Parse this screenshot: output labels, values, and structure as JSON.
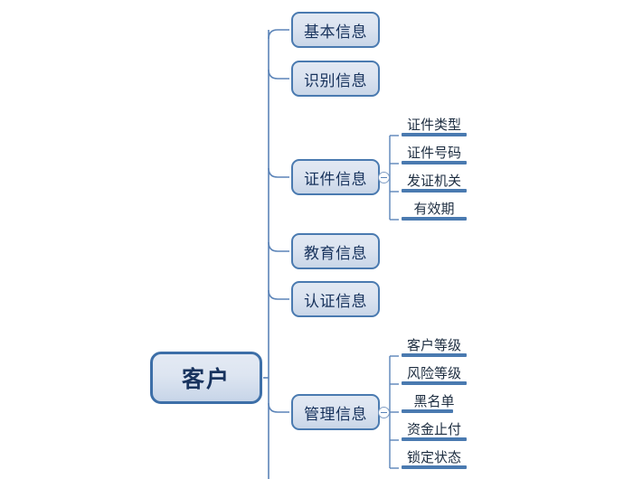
{
  "diagram": {
    "type": "mindmap",
    "root": {
      "label": "客户"
    },
    "branches": [
      {
        "label": "基本信息",
        "collapsible": false,
        "children": []
      },
      {
        "label": "识别信息",
        "collapsible": false,
        "children": []
      },
      {
        "label": "证件信息",
        "collapsible": true,
        "marker": "collapse-icon",
        "children": [
          "证件类型",
          "证件号码",
          "发证机关",
          "有效期"
        ]
      },
      {
        "label": "教育信息",
        "collapsible": false,
        "children": []
      },
      {
        "label": "认证信息",
        "collapsible": false,
        "children": []
      },
      {
        "label": "管理信息",
        "collapsible": true,
        "marker": "collapse-icon",
        "children": [
          "客户等级",
          "风险等级",
          "黑名单",
          "资金止付",
          "锁定状态"
        ]
      }
    ]
  },
  "colors": {
    "node_border": "#4a7ab0",
    "root_border": "#3d6fa8",
    "node_text": "#17325c",
    "leaf_underline": "#4a7ab0",
    "connector": "#5b84b8",
    "background": "#ffffff"
  }
}
